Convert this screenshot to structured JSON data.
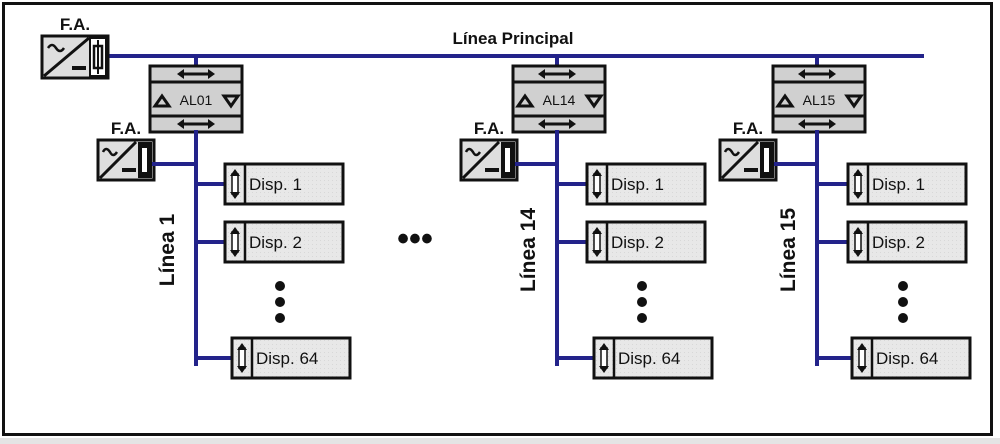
{
  "diagram": {
    "title": "Línea Principal",
    "bus_color": "#23238a",
    "box_fill": "#d0d0d0",
    "disp_fill": "#e6e6e6",
    "power_supply_label": "F.A.",
    "main_power_supply": {
      "label": "F.A."
    },
    "ellipsis_between_lines": "•••",
    "lines": [
      {
        "coupler_label": "AL01",
        "line_label": "Línea 1",
        "power_supply_label": "F.A.",
        "devices": [
          "Disp. 1",
          "Disp. 2",
          "Disp. 64"
        ]
      },
      {
        "coupler_label": "AL14",
        "line_label": "Línea 14",
        "power_supply_label": "F.A.",
        "devices": [
          "Disp. 1",
          "Disp. 2",
          "Disp. 64"
        ]
      },
      {
        "coupler_label": "AL15",
        "line_label": "Línea 15",
        "power_supply_label": "F.A.",
        "devices": [
          "Disp. 1",
          "Disp. 2",
          "Disp. 64"
        ]
      }
    ]
  }
}
